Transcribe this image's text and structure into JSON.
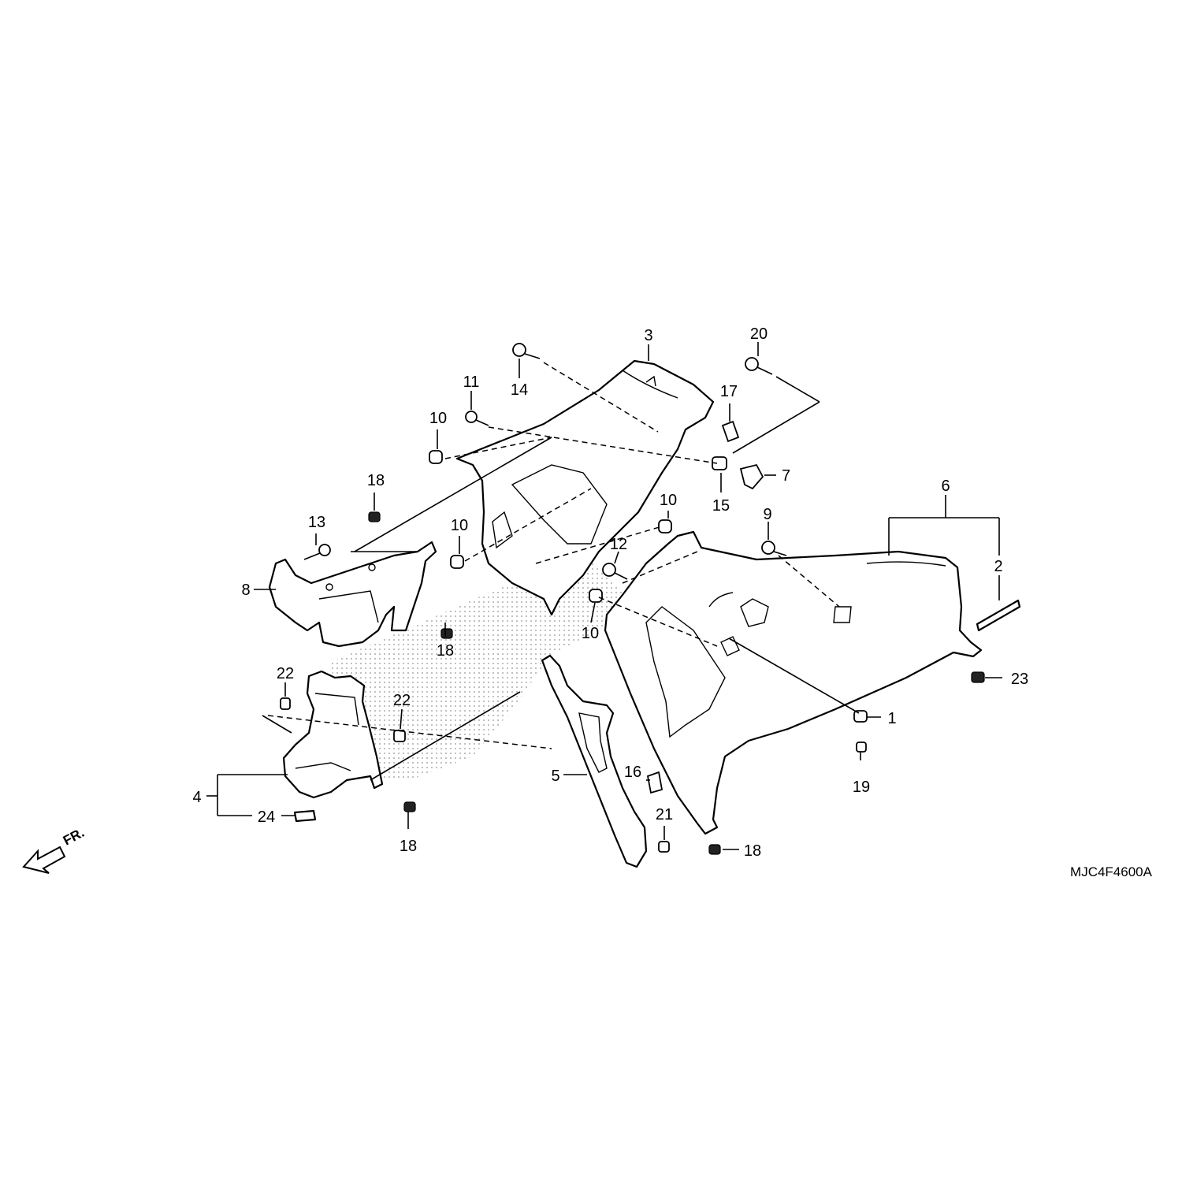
{
  "diagram": {
    "code": "MJC4F4600A",
    "direction_label": "FR.",
    "direction_icon": "front-arrow-icon",
    "callouts": {
      "c1": "1",
      "c2": "2",
      "c3": "3",
      "c4": "4",
      "c5": "5",
      "c6": "6",
      "c7": "7",
      "c8": "8",
      "c9": "9",
      "c10a": "10",
      "c10b": "10",
      "c10c": "10",
      "c10d": "10",
      "c11": "11",
      "c12": "12",
      "c13": "13",
      "c14": "14",
      "c15": "15",
      "c16": "16",
      "c17": "17",
      "c18a": "18",
      "c18b": "18",
      "c18c": "18",
      "c18d": "18",
      "c19": "19",
      "c20": "20",
      "c21": "21",
      "c22a": "22",
      "c22b": "22",
      "c23": "23",
      "c24": "24"
    }
  }
}
